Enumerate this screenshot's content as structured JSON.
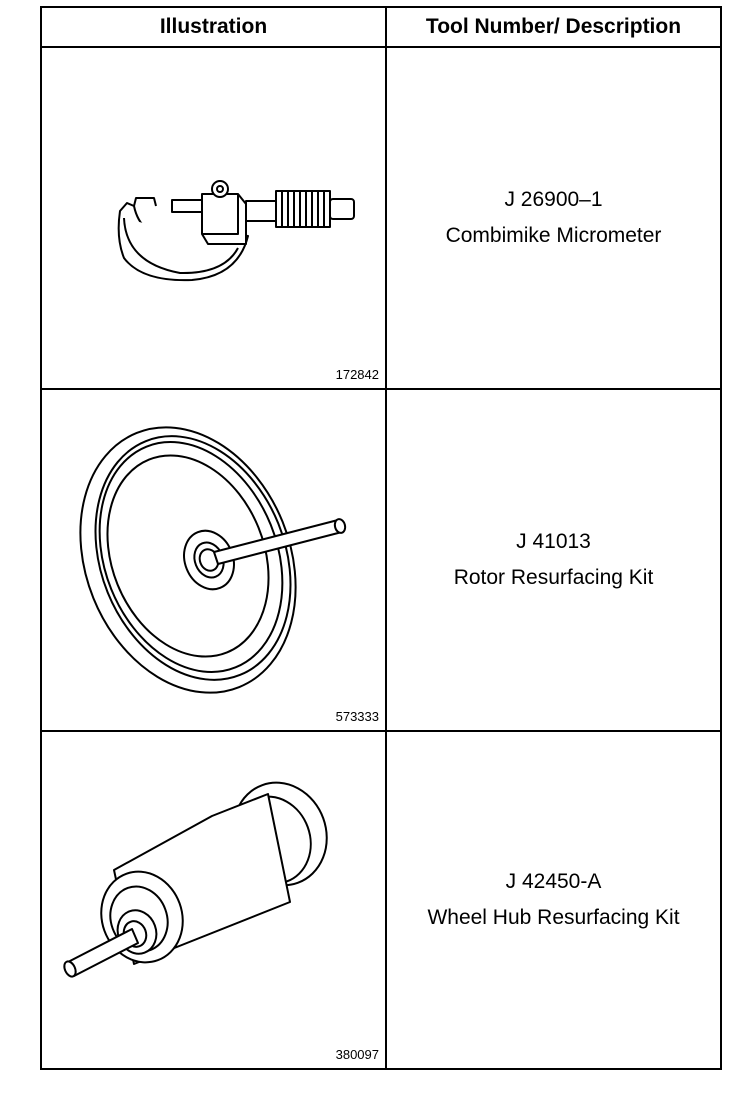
{
  "header": {
    "illustration": "Illustration",
    "description": "Tool Number/ Description"
  },
  "rows": [
    {
      "figure_number": "172842",
      "tool_number": "J 26900–1",
      "tool_name": "Combimike Micrometer",
      "icon": "micrometer-icon"
    },
    {
      "figure_number": "573333",
      "tool_number": "J 41013",
      "tool_name": "Rotor Resurfacing Kit",
      "icon": "rotor-resurfacing-kit-icon"
    },
    {
      "figure_number": "380097",
      "tool_number": "J 42450-A",
      "tool_name": "Wheel Hub Resurfacing Kit",
      "icon": "wheel-hub-resurfacing-kit-icon"
    }
  ]
}
